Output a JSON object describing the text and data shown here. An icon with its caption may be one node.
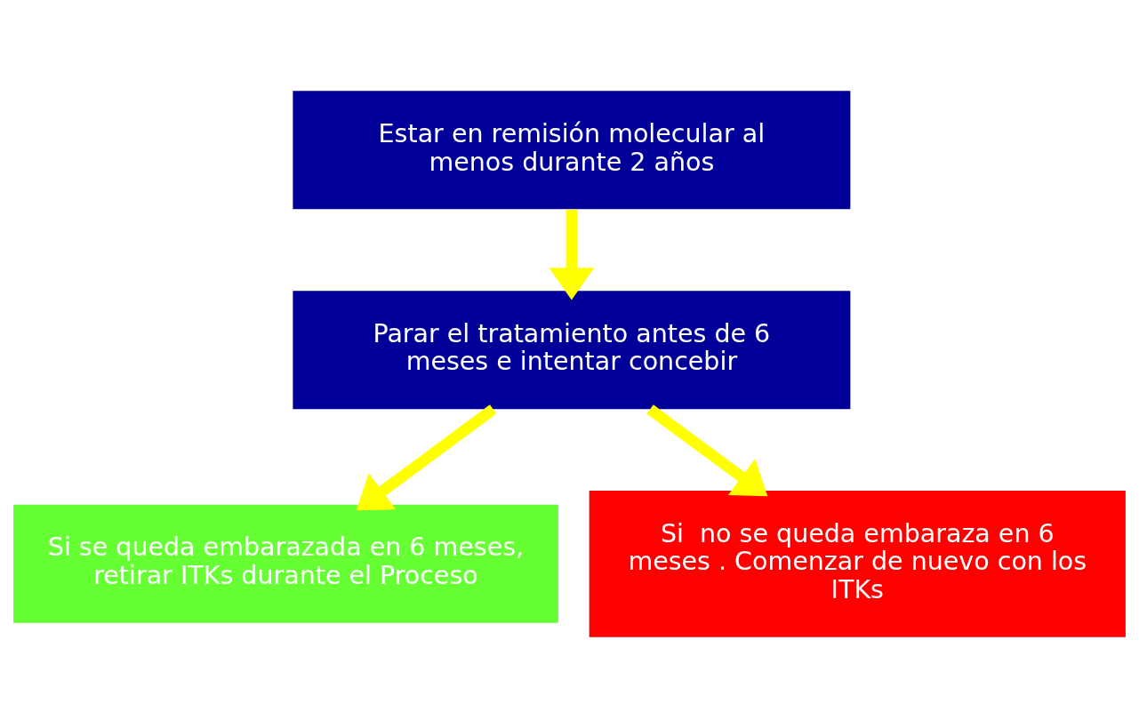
{
  "diagram": {
    "nodes": [
      {
        "text": [
          "Estar en remisión molecular al menos durante 2 años"
        ]
      },
      {
        "text": [
          "Parar el tratamiento antes de 6 meses e intentar concebir"
        ]
      },
      {
        "text": [
          "Si se queda embarazada en 6 meses, retirar ITKs durante el Proceso"
        ]
      },
      {
        "text": [
          "Si  no se queda embaraza en 6 meses . Comenzar de nuevo con los ITKs"
        ]
      }
    ],
    "edges": [
      {
        "from": 0,
        "to": 1,
        "arrow": "to"
      },
      {
        "from": 1,
        "to": 2,
        "arrow": "to"
      },
      {
        "from": 1,
        "to": 3,
        "arrow": "to"
      }
    ]
  }
}
